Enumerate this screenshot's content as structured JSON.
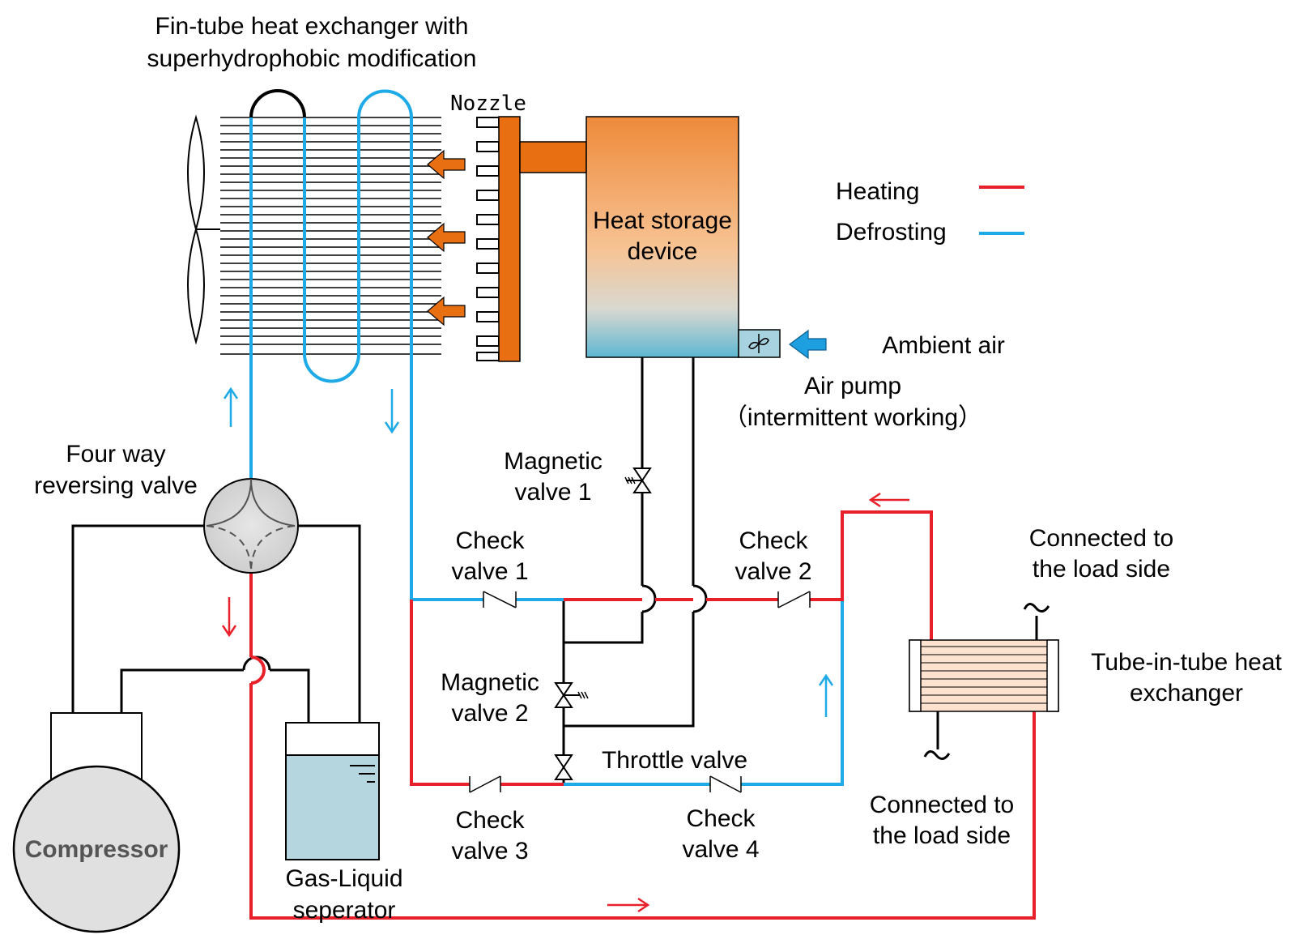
{
  "colors": {
    "heating": "#e8202a",
    "defrosting": "#1eaae7",
    "wire": "#000000",
    "nozzle": "#e86f12"
  },
  "labels": {
    "heat_exchanger_line1": "Fin-tube heat exchanger with",
    "heat_exchanger_line2": "superhydrophobic modification",
    "nozzle": "Nozzle",
    "heat_storage_line1": "Heat storage",
    "heat_storage_line2": "device",
    "ambient_air": "Ambient air",
    "air_pump_line1": "Air pump",
    "air_pump_line2": "（intermittent working）",
    "four_way_line1": "Four way",
    "four_way_line2": "reversing valve",
    "compressor": "Compressor",
    "separator_line1": "Gas-Liquid",
    "separator_line2": "seperator",
    "magnetic1_line1": "Magnetic",
    "magnetic1_line2": "valve 1",
    "magnetic2_line1": "Magnetic",
    "magnetic2_line2": "valve 2",
    "check1_line1": "Check",
    "check1_line2": "valve 1",
    "check2_line1": "Check",
    "check2_line2": "valve 2",
    "check3_line1": "Check",
    "check3_line2": "valve 3",
    "check4_line1": "Check",
    "check4_line2": "valve 4",
    "throttle": "Throttle valve",
    "load_top_line1": "Connected to",
    "load_top_line2": "the load side",
    "load_bottom_line1": "Connected to",
    "load_bottom_line2": "the load side",
    "tube_line1": "Tube-in-tube heat",
    "tube_line2": "exchanger"
  },
  "legend": {
    "heating": "Heating",
    "defrosting": "Defrosting"
  }
}
